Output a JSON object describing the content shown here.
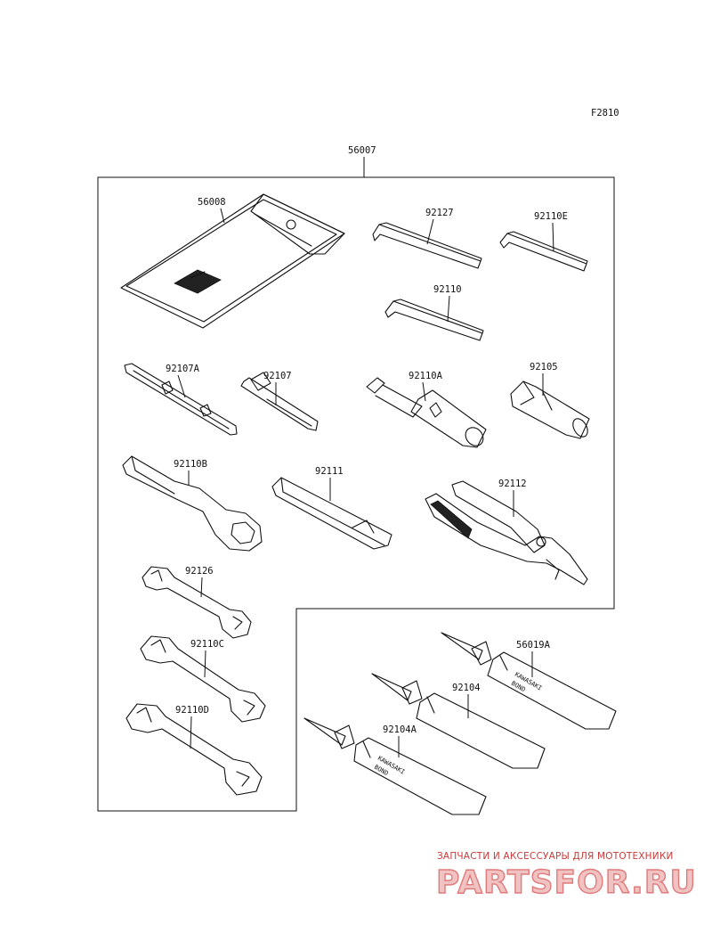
{
  "figure_code": "F2810",
  "assembly_number": "56007",
  "parts": {
    "p56008": "56008",
    "p92127": "92127",
    "p92110E": "92110E",
    "p92110": "92110",
    "p92107A": "92107A",
    "p92107": "92107",
    "p92110A": "92110A",
    "p92105": "92105",
    "p92110B": "92110B",
    "p92111": "92111",
    "p92112": "92112",
    "p92126": "92126",
    "p92110C": "92110C",
    "p92110D": "92110D",
    "p56019A": "56019A",
    "p92104": "92104",
    "p92104A": "92104A"
  },
  "tube_labels": {
    "brand": "KAWASAKI",
    "product": "BOND"
  },
  "watermark": {
    "subtitle": "ЗАПЧАСТИ И АКСЕССУАРЫ ДЛЯ МОТОТЕХНИКИ",
    "site": "PARTSFOR.RU"
  }
}
